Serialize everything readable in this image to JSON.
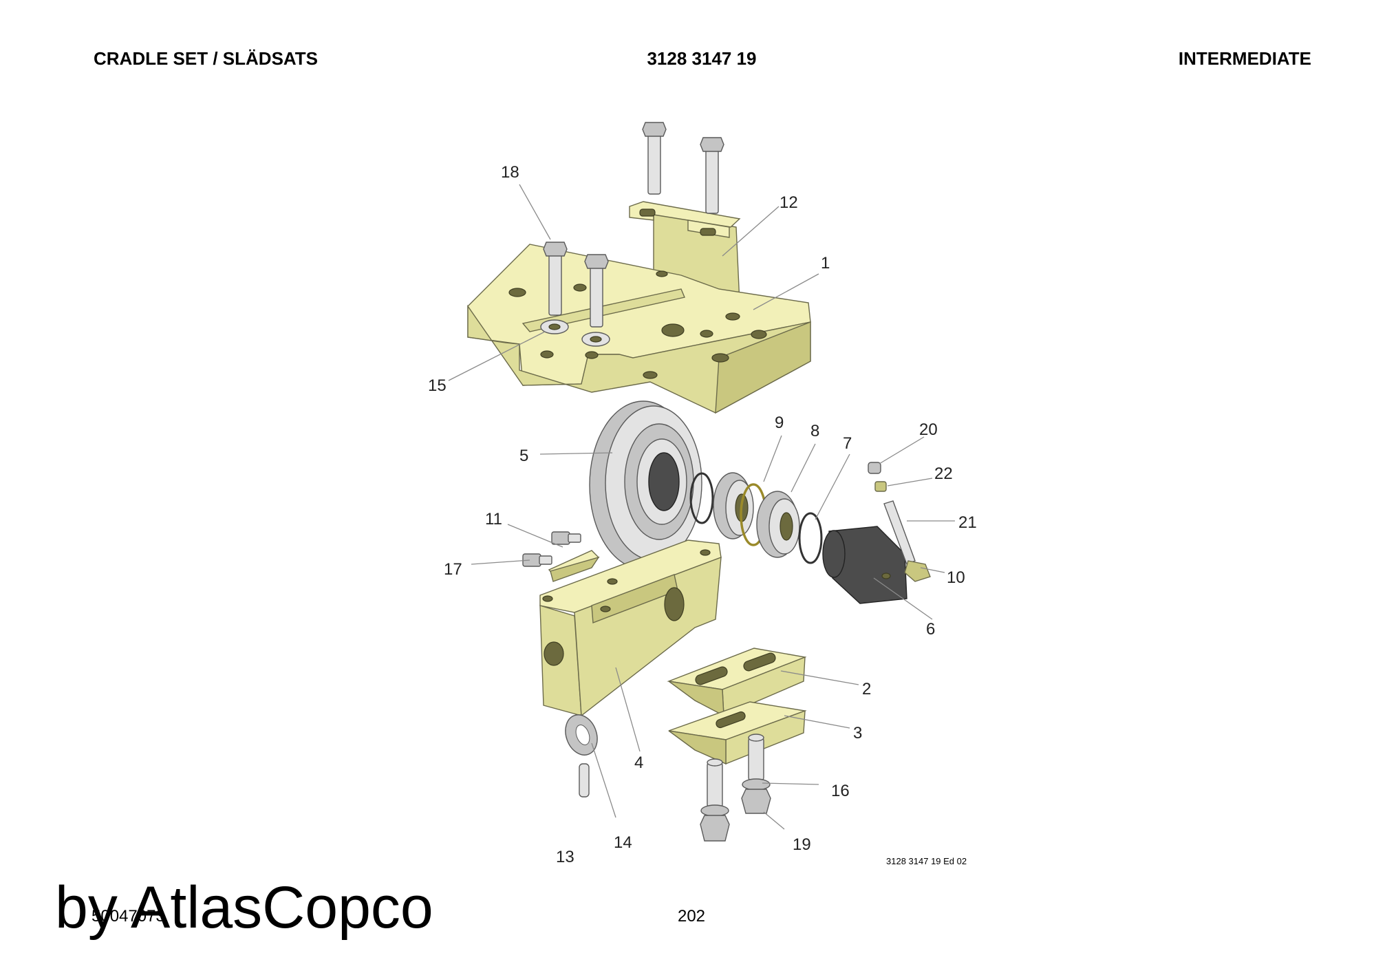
{
  "header": {
    "left": "CRADLE SET / SLÄDSATS",
    "center": "3128 3147 19",
    "right": "INTERMEDIATE"
  },
  "diagram": {
    "callouts": [
      "18",
      "12",
      "1",
      "15",
      "9",
      "8",
      "7",
      "20",
      "22",
      "21",
      "10",
      "6",
      "5",
      "11",
      "17",
      "2",
      "3",
      "4",
      "16",
      "19",
      "13",
      "14"
    ],
    "drawing_ref": "3128 3147 19 Ed 02"
  },
  "footer": {
    "page_number": "202",
    "doc_code": "50047073",
    "watermark": "by AtlasCopco"
  },
  "colors": {
    "cradle_yellow": "#f2f0b8",
    "steel_grey": "#e3e3e3",
    "roller_dark": "#4c4c4c"
  }
}
